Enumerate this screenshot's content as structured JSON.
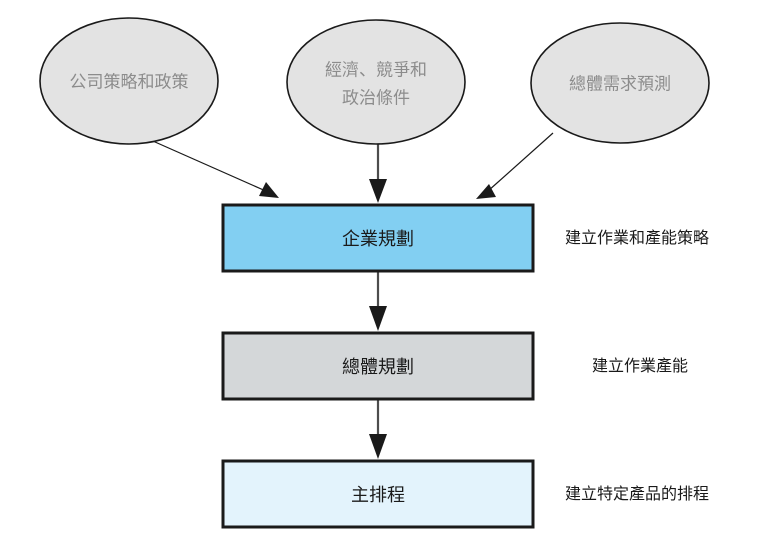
{
  "diagram": {
    "title": "",
    "colors": {
      "ellipse_fill": "#E3E3E3",
      "ellipse_stroke": "#1A1A1A",
      "ellipse_text": "#8C8C8C",
      "box_stroke": "#1A1A1A",
      "enterprise_fill": "#82CFF2",
      "aggregate_fill": "#D4D7D9",
      "master_fill": "#E3F3FC",
      "box_text": "#1A1A1A",
      "arrow_thin": "#1A1A1A",
      "arrow_thick": "#4D4D4D",
      "background": "#FFFFFF"
    },
    "inputs": [
      {
        "id": "corporate-strategy",
        "lines": [
          "公司策略和政策"
        ]
      },
      {
        "id": "economic-conditions",
        "lines": [
          "經濟、競爭和",
          "政治條件"
        ]
      },
      {
        "id": "aggregate-demand-forecast",
        "lines": [
          "總體需求預測"
        ]
      }
    ],
    "stages": [
      {
        "id": "enterprise-planning",
        "label": "企業規劃",
        "description": "建立作業和產能策略"
      },
      {
        "id": "aggregate-planning",
        "label": "總體規劃",
        "description": "建立作業產能"
      },
      {
        "id": "master-schedule",
        "label": "主排程",
        "description": "建立特定產品的排程"
      }
    ]
  }
}
